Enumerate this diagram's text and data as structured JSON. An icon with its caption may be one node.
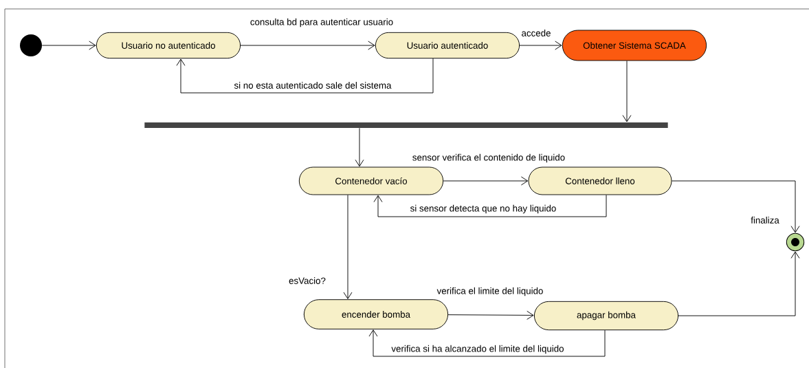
{
  "diagram": {
    "nodes": [
      {
        "text": [],
        "shape": "circle"
      },
      {
        "text": [
          "Usuario no autenticado"
        ]
      },
      {
        "text": [
          "Usuario autenticado"
        ]
      },
      {
        "text": [
          "Obtener Sistema SCADA"
        ]
      },
      {
        "text": [],
        "shape": "bar"
      },
      {
        "text": [
          "Contenedor vacío"
        ]
      },
      {
        "text": [
          "Contenedor lleno"
        ]
      },
      {
        "text": [],
        "shape": "circle"
      },
      {
        "text": [
          "encender bomba"
        ]
      },
      {
        "text": [
          "apagar bomba"
        ]
      }
    ],
    "edges": [
      {
        "from": 0,
        "to": 1,
        "arrow": "to"
      },
      {
        "from": 1,
        "to": 2,
        "arrow": "to",
        "label": "consulta bd para autenticar usuario"
      },
      {
        "from": 2,
        "to": 1,
        "arrow": "to",
        "label": "si no esta autenticado sale del sistema"
      },
      {
        "from": 2,
        "to": 3,
        "arrow": "to",
        "label": "accede"
      },
      {
        "from": 3,
        "to": 4,
        "arrow": "to"
      },
      {
        "from": 4,
        "to": 5,
        "arrow": "to"
      },
      {
        "from": 5,
        "to": 6,
        "arrow": "to",
        "label": "sensor verifica el contenido de liquido"
      },
      {
        "from": 6,
        "to": 5,
        "arrow": "to",
        "label": "si sensor detecta que no hay liquido"
      },
      {
        "from": 6,
        "to": 7,
        "arrow": "to",
        "label": "finaliza"
      },
      {
        "from": 5,
        "to": 8,
        "arrow": "to",
        "label": "esVacio?"
      },
      {
        "from": 8,
        "to": 9,
        "arrow": "to",
        "label": "verifica el limite del liquido"
      },
      {
        "from": 9,
        "to": 8,
        "arrow": "to",
        "label": "verifica si ha alcanzado el limite del liquido"
      },
      {
        "from": 9,
        "to": 7,
        "arrow": "to"
      }
    ]
  }
}
